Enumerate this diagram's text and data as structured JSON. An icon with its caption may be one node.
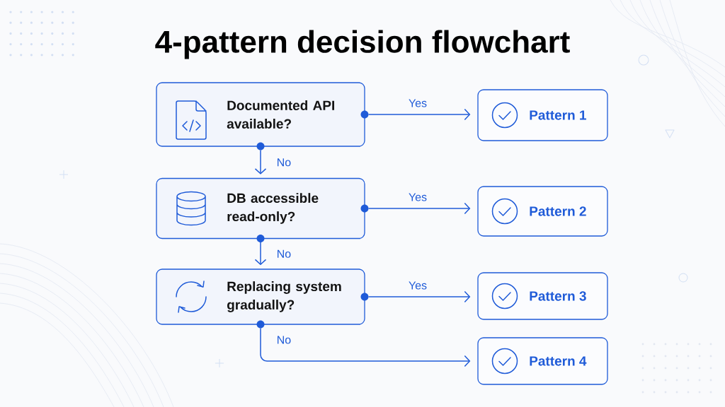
{
  "diagram": {
    "title": "4-pattern decision flowchart",
    "nodes": [
      {
        "text": [
          "Documented API available?"
        ]
      },
      {
        "text": [
          "DB accessible read-only?"
        ]
      },
      {
        "text": [
          "Replacing system gradually?"
        ]
      },
      {
        "text": [
          "Pattern 1"
        ]
      },
      {
        "text": [
          "Pattern 2"
        ]
      },
      {
        "text": [
          "Pattern 3"
        ]
      },
      {
        "text": [
          "Pattern 4"
        ]
      }
    ],
    "edges": [
      {
        "from": 0,
        "to": 3,
        "arrow": "to",
        "label": "Yes"
      },
      {
        "from": 0,
        "to": 1,
        "arrow": "to",
        "label": "No"
      },
      {
        "from": 1,
        "to": 4,
        "arrow": "to",
        "label": "Yes"
      },
      {
        "from": 1,
        "to": 2,
        "arrow": "to",
        "label": "No"
      },
      {
        "from": 2,
        "to": 5,
        "arrow": "to",
        "label": "Yes"
      },
      {
        "from": 2,
        "to": 6,
        "arrow": "to",
        "label": "No"
      }
    ]
  }
}
